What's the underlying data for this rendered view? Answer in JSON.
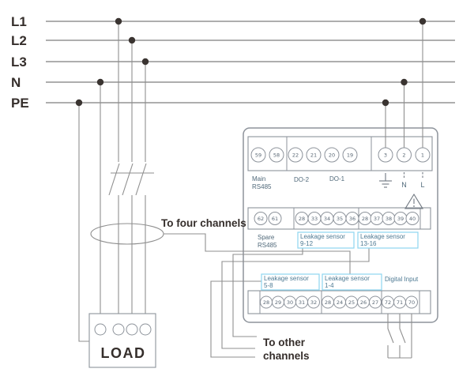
{
  "colors": {
    "wire": "#8f8f8f",
    "device_outline": "#8d939b",
    "terminal_number_text": "#5a6875",
    "device_label_text": "#50697a",
    "leakage_box_border": "#8ed6f0",
    "dark_text": "#352e2b"
  },
  "power_lines": {
    "labels": [
      "L1",
      "L2",
      "L3",
      "N",
      "PE"
    ]
  },
  "annotations": {
    "to_four_channels": "To four channels",
    "to_other_line1": "To other",
    "to_other_line2": "channels",
    "load": "LOAD"
  },
  "device": {
    "top": {
      "main_rs485": {
        "label_line1": "Main",
        "label_line2": "RS485",
        "terminals": [
          "59",
          "58"
        ]
      },
      "do2": {
        "label": "DO-2",
        "terminals": [
          "22",
          "21"
        ]
      },
      "do1": {
        "label": "DO-1",
        "terminals": [
          "20",
          "19"
        ]
      },
      "power": {
        "terminals": [
          "3",
          "2",
          "1"
        ],
        "n_label": "N",
        "l_label": "L"
      }
    },
    "middle": {
      "spare_rs485": {
        "label_line1": "Spare",
        "label_line2": "RS485",
        "terminals": [
          "62",
          "61"
        ]
      },
      "leakage_9_12": {
        "label_line1": "Leakage sensor",
        "label_line2": "9-12",
        "terminals": [
          "28",
          "33",
          "34",
          "35",
          "36"
        ]
      },
      "leakage_13_16": {
        "label_line1": "Leakage sensor",
        "label_line2": "13-16",
        "terminals": [
          "28",
          "37",
          "38",
          "39",
          "40"
        ]
      }
    },
    "bottom": {
      "leakage_5_8": {
        "label_line1": "Leakage sensor",
        "label_line2": "5-8",
        "terminals": [
          "28",
          "29",
          "30",
          "31",
          "32"
        ]
      },
      "leakage_1_4": {
        "label_line1": "Leakage sensor",
        "label_line2": "1-4",
        "terminals": [
          "28",
          "24",
          "25",
          "26",
          "27"
        ]
      },
      "digital_input": {
        "label": "Digital Input",
        "terminals": [
          "72",
          "71",
          "70"
        ]
      }
    }
  }
}
